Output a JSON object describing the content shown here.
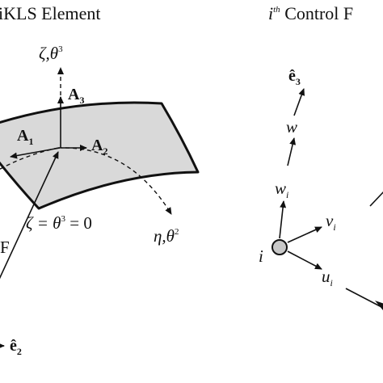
{
  "left_panel": {
    "title": "iKLS Element",
    "zeta_axis": {
      "symbol": "ζ,θ",
      "sup": "3"
    },
    "A3": {
      "symbol": "A",
      "sub": "3"
    },
    "A1": {
      "symbol": "A",
      "sub": "1"
    },
    "A2": {
      "symbol": "A",
      "sub": "2"
    },
    "eta_axis": {
      "symbol": "η,θ",
      "sup": "2"
    },
    "surface_equation": {
      "lhs": "ζ = θ",
      "sup": "3",
      "rhs": " = 0"
    },
    "position_label": "F",
    "e2": {
      "symbol": "ê",
      "sub": "2"
    }
  },
  "right_panel": {
    "title": {
      "i": "i",
      "sup": "th",
      "rest": " Control F"
    },
    "e3": {
      "symbol": "ê",
      "sub": "3"
    },
    "w": "w",
    "wi": {
      "symbol": "w",
      "sub": "i"
    },
    "vi": {
      "symbol": "v",
      "sub": "i"
    },
    "ui": {
      "symbol": "u",
      "sub": "i"
    },
    "node": "i"
  },
  "colors": {
    "surface_fill": "#d9d9d9",
    "node_fill": "#c8c8c8",
    "stroke": "#111111"
  }
}
